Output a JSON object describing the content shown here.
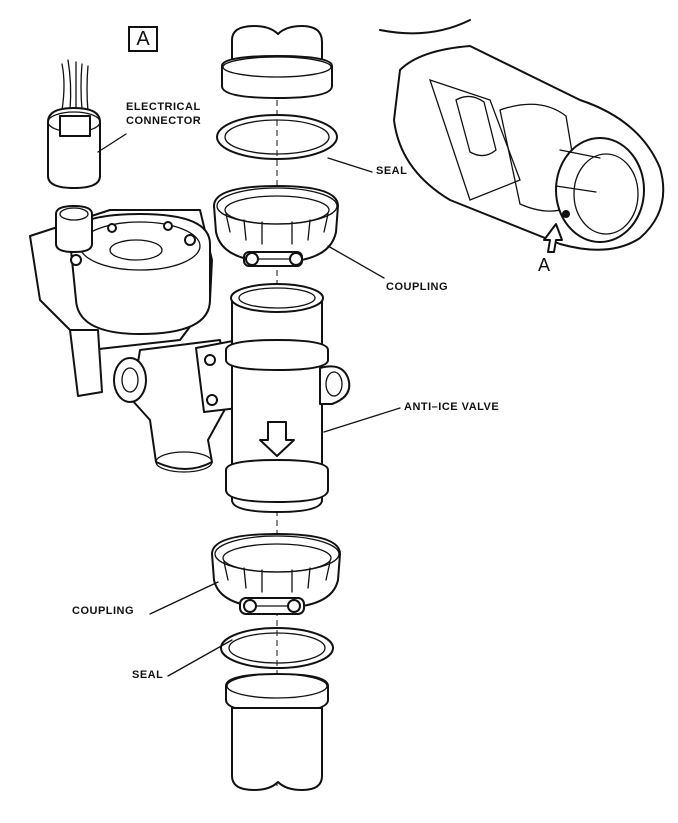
{
  "view_label": "A",
  "inset_view_label": "A",
  "callouts": {
    "electrical_connector_line1": "ELECTRICAL",
    "electrical_connector_line2": "CONNECTOR",
    "seal_top": "SEAL",
    "coupling_top": "COUPLING",
    "anti_ice_valve": "ANTI–ICE VALVE",
    "coupling_bottom": "COUPLING",
    "seal_bottom": "SEAL"
  }
}
